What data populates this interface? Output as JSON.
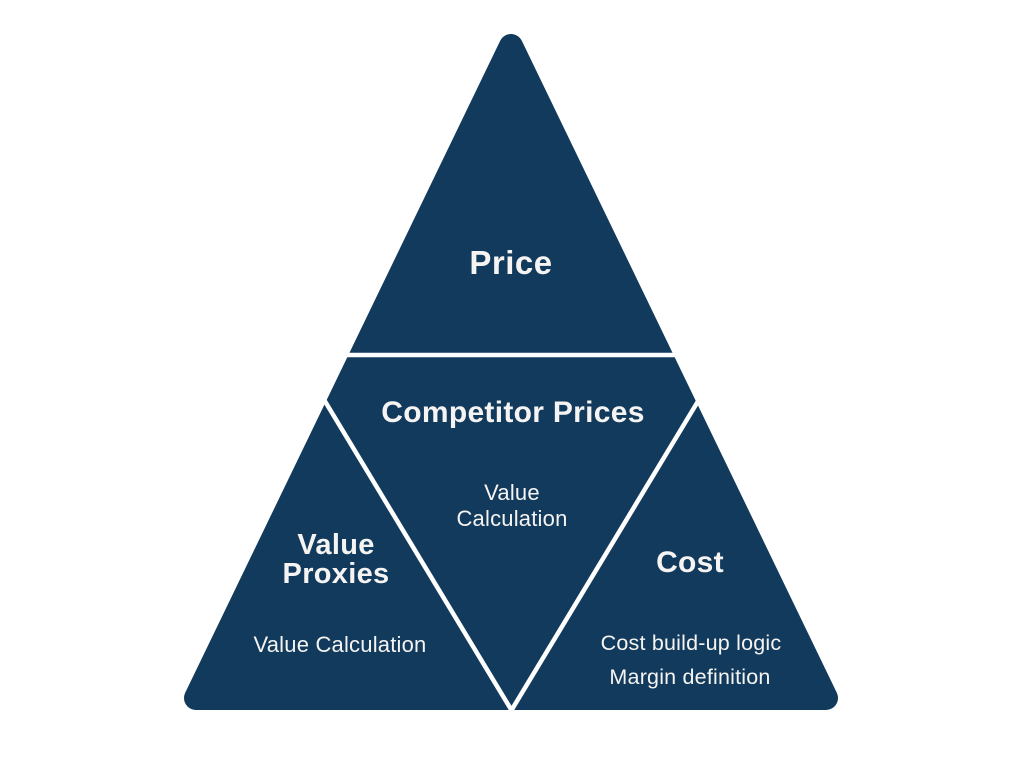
{
  "diagram": {
    "type": "pyramid",
    "colors": {
      "background": "#FFFFFF",
      "pyramid": "#123A5C",
      "divider": "#FFFFFF",
      "text": "#F5F4F2"
    },
    "sections": {
      "top": {
        "title": "Price"
      },
      "middle": {
        "title": "Competitor Prices",
        "subtitle_lines": [
          "Value",
          "Calculation"
        ]
      },
      "left": {
        "title_lines": [
          "Value",
          "Proxies"
        ],
        "subtitle": "Value Calculation"
      },
      "right": {
        "title": "Cost",
        "subtitle_lines": [
          "Cost build-up logic",
          "Margin definition"
        ]
      }
    }
  }
}
